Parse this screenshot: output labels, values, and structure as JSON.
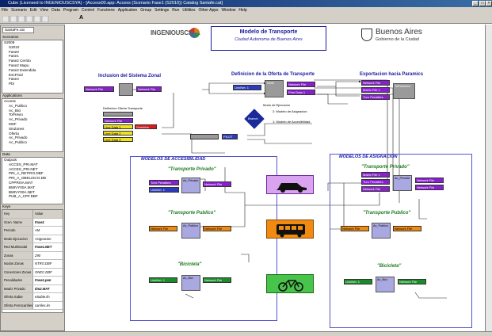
{
  "window": {
    "title": "Cube (Licensed to INGENIOUSCSYA) - [Access00.app: Access (Scenario Fase1 (S2010)) Catalog Santafe.cat]",
    "controls": [
      "_",
      "□",
      "×"
    ]
  },
  "menu": [
    "File",
    "Scenario",
    "Edit",
    "View",
    "Data",
    "Program",
    "Control",
    "Functions",
    "Application",
    "Group",
    "Settings",
    "Run",
    "Utilities",
    "Other Apps",
    "Window",
    "Help"
  ],
  "catalog_tab": "SantaFe.cat",
  "scenarios": {
    "header": "Scenarios",
    "items": [
      "S2009",
      "S2010",
      "Fase0",
      "Fase1",
      "Fase2 Cerrito",
      "Fase2 Mapu",
      "Fase2 Extendida",
      "EscFinal",
      "Fase4",
      "Pbl"
    ]
  },
  "applications": {
    "header": "Applications",
    "items": [
      "Access",
      "Ac_Publico",
      "Ac_Bici",
      "ToPrevio",
      "Ac_Privado",
      "MSF",
      "SinZones",
      "Oferta",
      "Ac_Privado",
      "Ac_Publico"
    ]
  },
  "data": {
    "header": "Data",
    "items": [
      "Outputs",
      "ACCES_PRI.MAT",
      "ACCES_PRI.NET",
      "PRI_A_RETIRO.DBF",
      "PRI_A_OBELISCO.DB",
      "CPPRIVA.MAT",
      "BMIVY00A.MAT",
      "BMIVY00A.NET",
      "PUB_A_CPF.DBF"
    ]
  },
  "keys": {
    "header": "Keys",
    "columns": [
      "Key",
      "Value"
    ],
    "rows": [
      {
        "k": "Scen. Name",
        "v": "Fase1"
      },
      {
        "k": "Periodo",
        "v": "AM"
      },
      {
        "k": "Modo Ejecucion",
        "v": "Asignacion"
      },
      {
        "k": "Red Multimodal",
        "v": "Fase1.NET"
      },
      {
        "k": "Zonas",
        "v": "290"
      },
      {
        "k": "Nodos Zonas",
        "v": "NTRO.DBF"
      },
      {
        "k": "Conectores Zonas",
        "v": "ONEC.DBF"
      },
      {
        "k": "Penalidades",
        "v": "Fase1.pen"
      },
      {
        "k": "Matriz Privado",
        "v": "tim2.MAT"
      },
      {
        "k": "Oferta Subte",
        "v": "eSubte.lin"
      },
      {
        "k": "Oferta Ferrocarriles",
        "v": "carriles.lin"
      }
    ]
  },
  "canvas": {
    "logo_left": "INGENIOUSCSYA",
    "title": "Modelo de Transporte",
    "subtitle": "Ciudad Autonoma de Buenos Aires",
    "logo_right_title": "Buenos Aires",
    "logo_right_sub": "Gobierno de la Ciudad",
    "sections": {
      "zonal": "Inclusion del Sistema Zonal",
      "oferta": "Definicion de la Oferta de Transporte",
      "paramics": "Exportacion hacia Paramics"
    },
    "modo_ejecucion": "Modo de Ejecucion",
    "branch": "Branch",
    "mode2": "2: Modelo de Asignacion",
    "mode1": "1: Modelo de Accesibilidad",
    "definicion": "Definicion Oferta Transporte",
    "model_acc": "MODELOS DE ACCESIBILIDAD",
    "model_asig": "MODELOS DE ASIGNACION",
    "privado": "\"Transporte Privado\"",
    "publico": "\"Transporte Publico\"",
    "bicicleta": "\"Bicicleta\"",
    "labels": {
      "network_file": "Network File",
      "network_files": "Network Files",
      "linknet": "LinkNet. 1",
      "print_data": "Print Data 1",
      "graphics": "Graphics",
      "line_data1": "Line Data 1",
      "line_data2": "Line Data 2",
      "line_data3": "Line Data 3",
      "matrix_file": "Matrix File 1",
      "turn_pen": "Turn Penalties",
      "pilot": "PILOT",
      "ac_privado": "Ac_Privado",
      "ac_publico": "Ac_Publico",
      "ac_bici": "Ac_Bici",
      "tonet": "ToNet",
      "toparamics": "ToParamics"
    }
  }
}
